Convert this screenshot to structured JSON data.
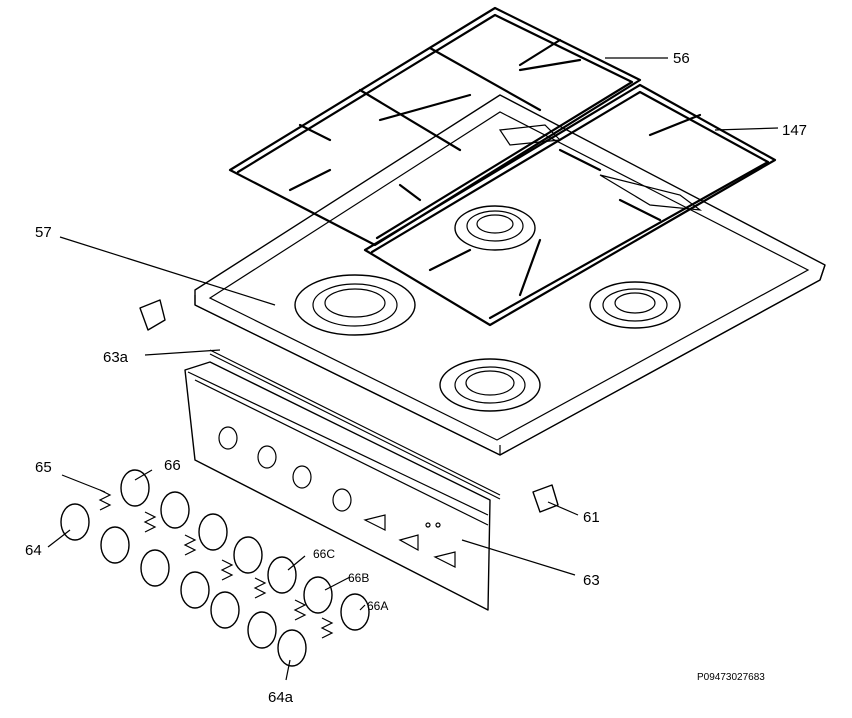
{
  "labels": {
    "l56": "56",
    "l147": "147",
    "l57": "57",
    "l63a": "63a",
    "l65": "65",
    "l66": "66",
    "l64": "64",
    "l66C": "66C",
    "l66B": "66B",
    "l66A": "66A",
    "l61": "61",
    "l63": "63",
    "l64a": "64a"
  },
  "reference_code": "P09473027683"
}
